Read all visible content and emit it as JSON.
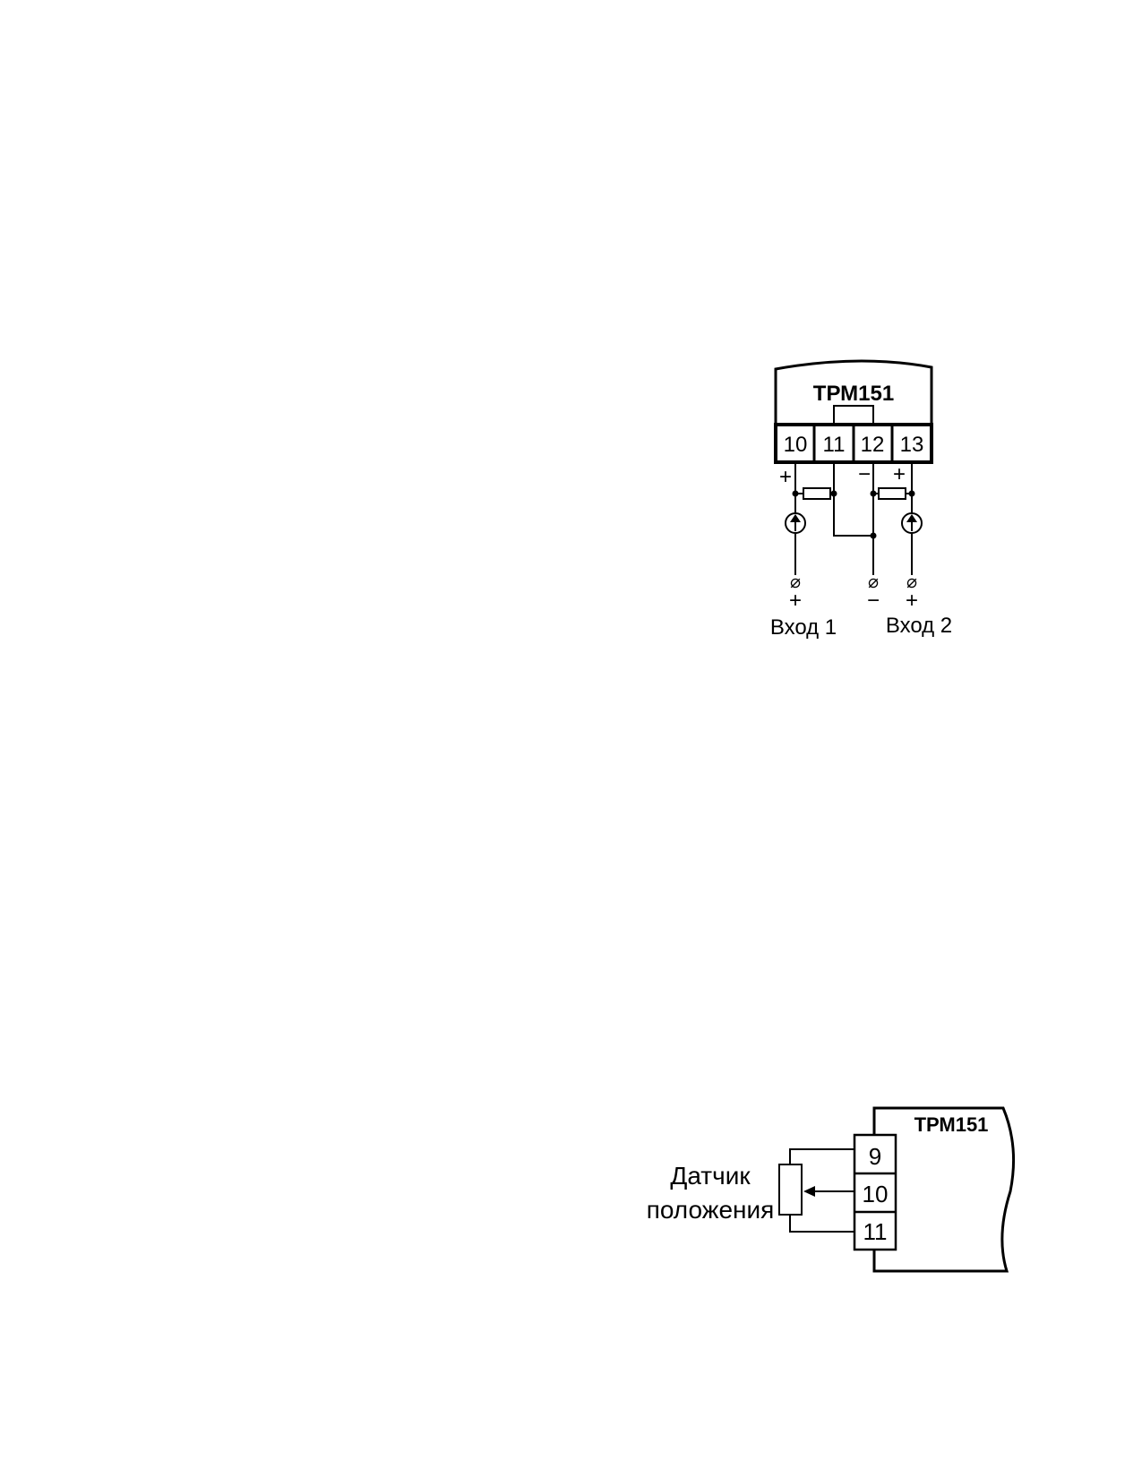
{
  "diagram1": {
    "device_label": "ТРМ151",
    "terminals": [
      "10",
      "11",
      "12",
      "13"
    ],
    "polarity_top": {
      "t10": "+",
      "t12": "−",
      "t13": "+"
    },
    "bottom_symbols": {
      "s1": "⌀",
      "s2": "⌀",
      "s3": "⌀"
    },
    "bottom_polarity": {
      "p1": "+",
      "p2": "−",
      "p3": "+"
    },
    "inputs": {
      "input1": "Вход 1",
      "input2": "Вход 2"
    }
  },
  "diagram2": {
    "device_label": "ТРМ151",
    "terminals": [
      "9",
      "10",
      "11"
    ],
    "sensor_label_line1": "Датчик",
    "sensor_label_line2": "положения"
  },
  "colors": {
    "ink": "#000000",
    "paper": "#ffffff"
  }
}
